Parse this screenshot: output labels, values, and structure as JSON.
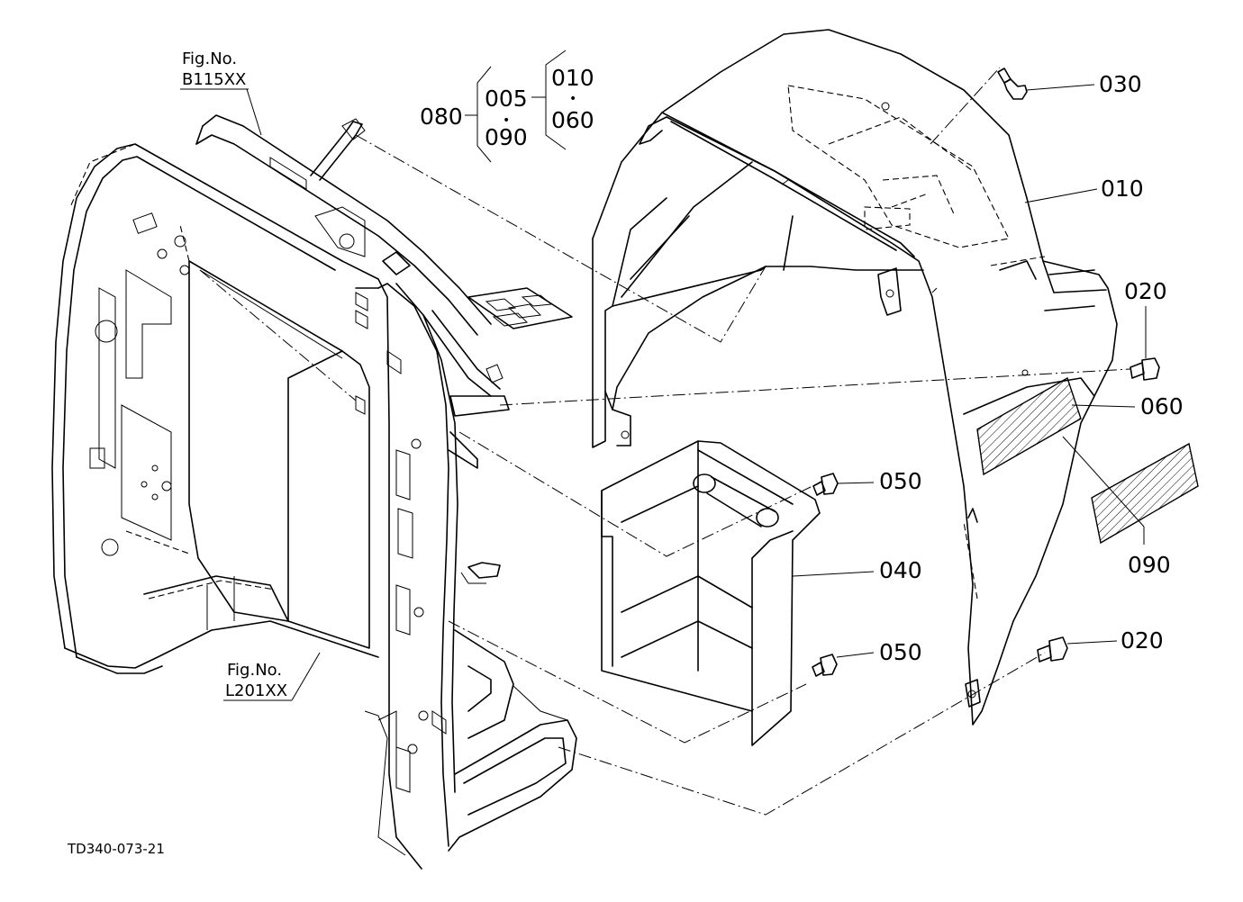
{
  "drawing_number": "TD340-073-21",
  "figure_refs": [
    {
      "label": "Fig.No.",
      "code": "B115XX"
    },
    {
      "label": "Fig.No.",
      "code": "L201XX"
    }
  ],
  "bracket_group": {
    "parent": "080",
    "middle": [
      "005",
      "090"
    ],
    "right": [
      "010",
      "060"
    ],
    "separator": "•"
  },
  "callouts": {
    "p010": "010",
    "p020_upper": "020",
    "p020_lower": "020",
    "p030": "030",
    "p040": "040",
    "p050_upper": "050",
    "p050_lower": "050",
    "p060": "060",
    "p090": "090"
  }
}
